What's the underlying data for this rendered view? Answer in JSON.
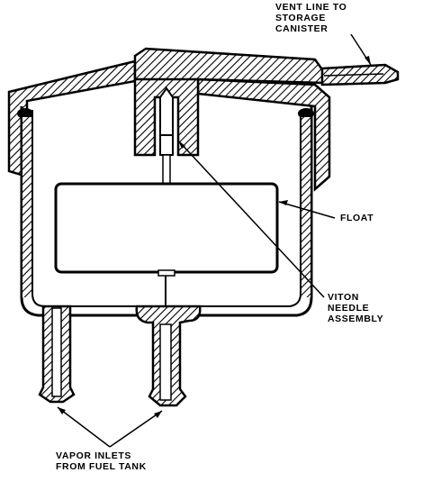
{
  "labels": {
    "vent_line": [
      "VENT LINE TO",
      "STORAGE",
      "CANISTER"
    ],
    "float": "FLOAT",
    "viton": [
      "VITON",
      "NEEDLE",
      "ASSEMBLY"
    ],
    "vapor": [
      "VAPOR INLETS",
      "FROM FUEL TANK"
    ]
  },
  "colors": {
    "ink": "#000000",
    "paper": "#ffffff"
  }
}
